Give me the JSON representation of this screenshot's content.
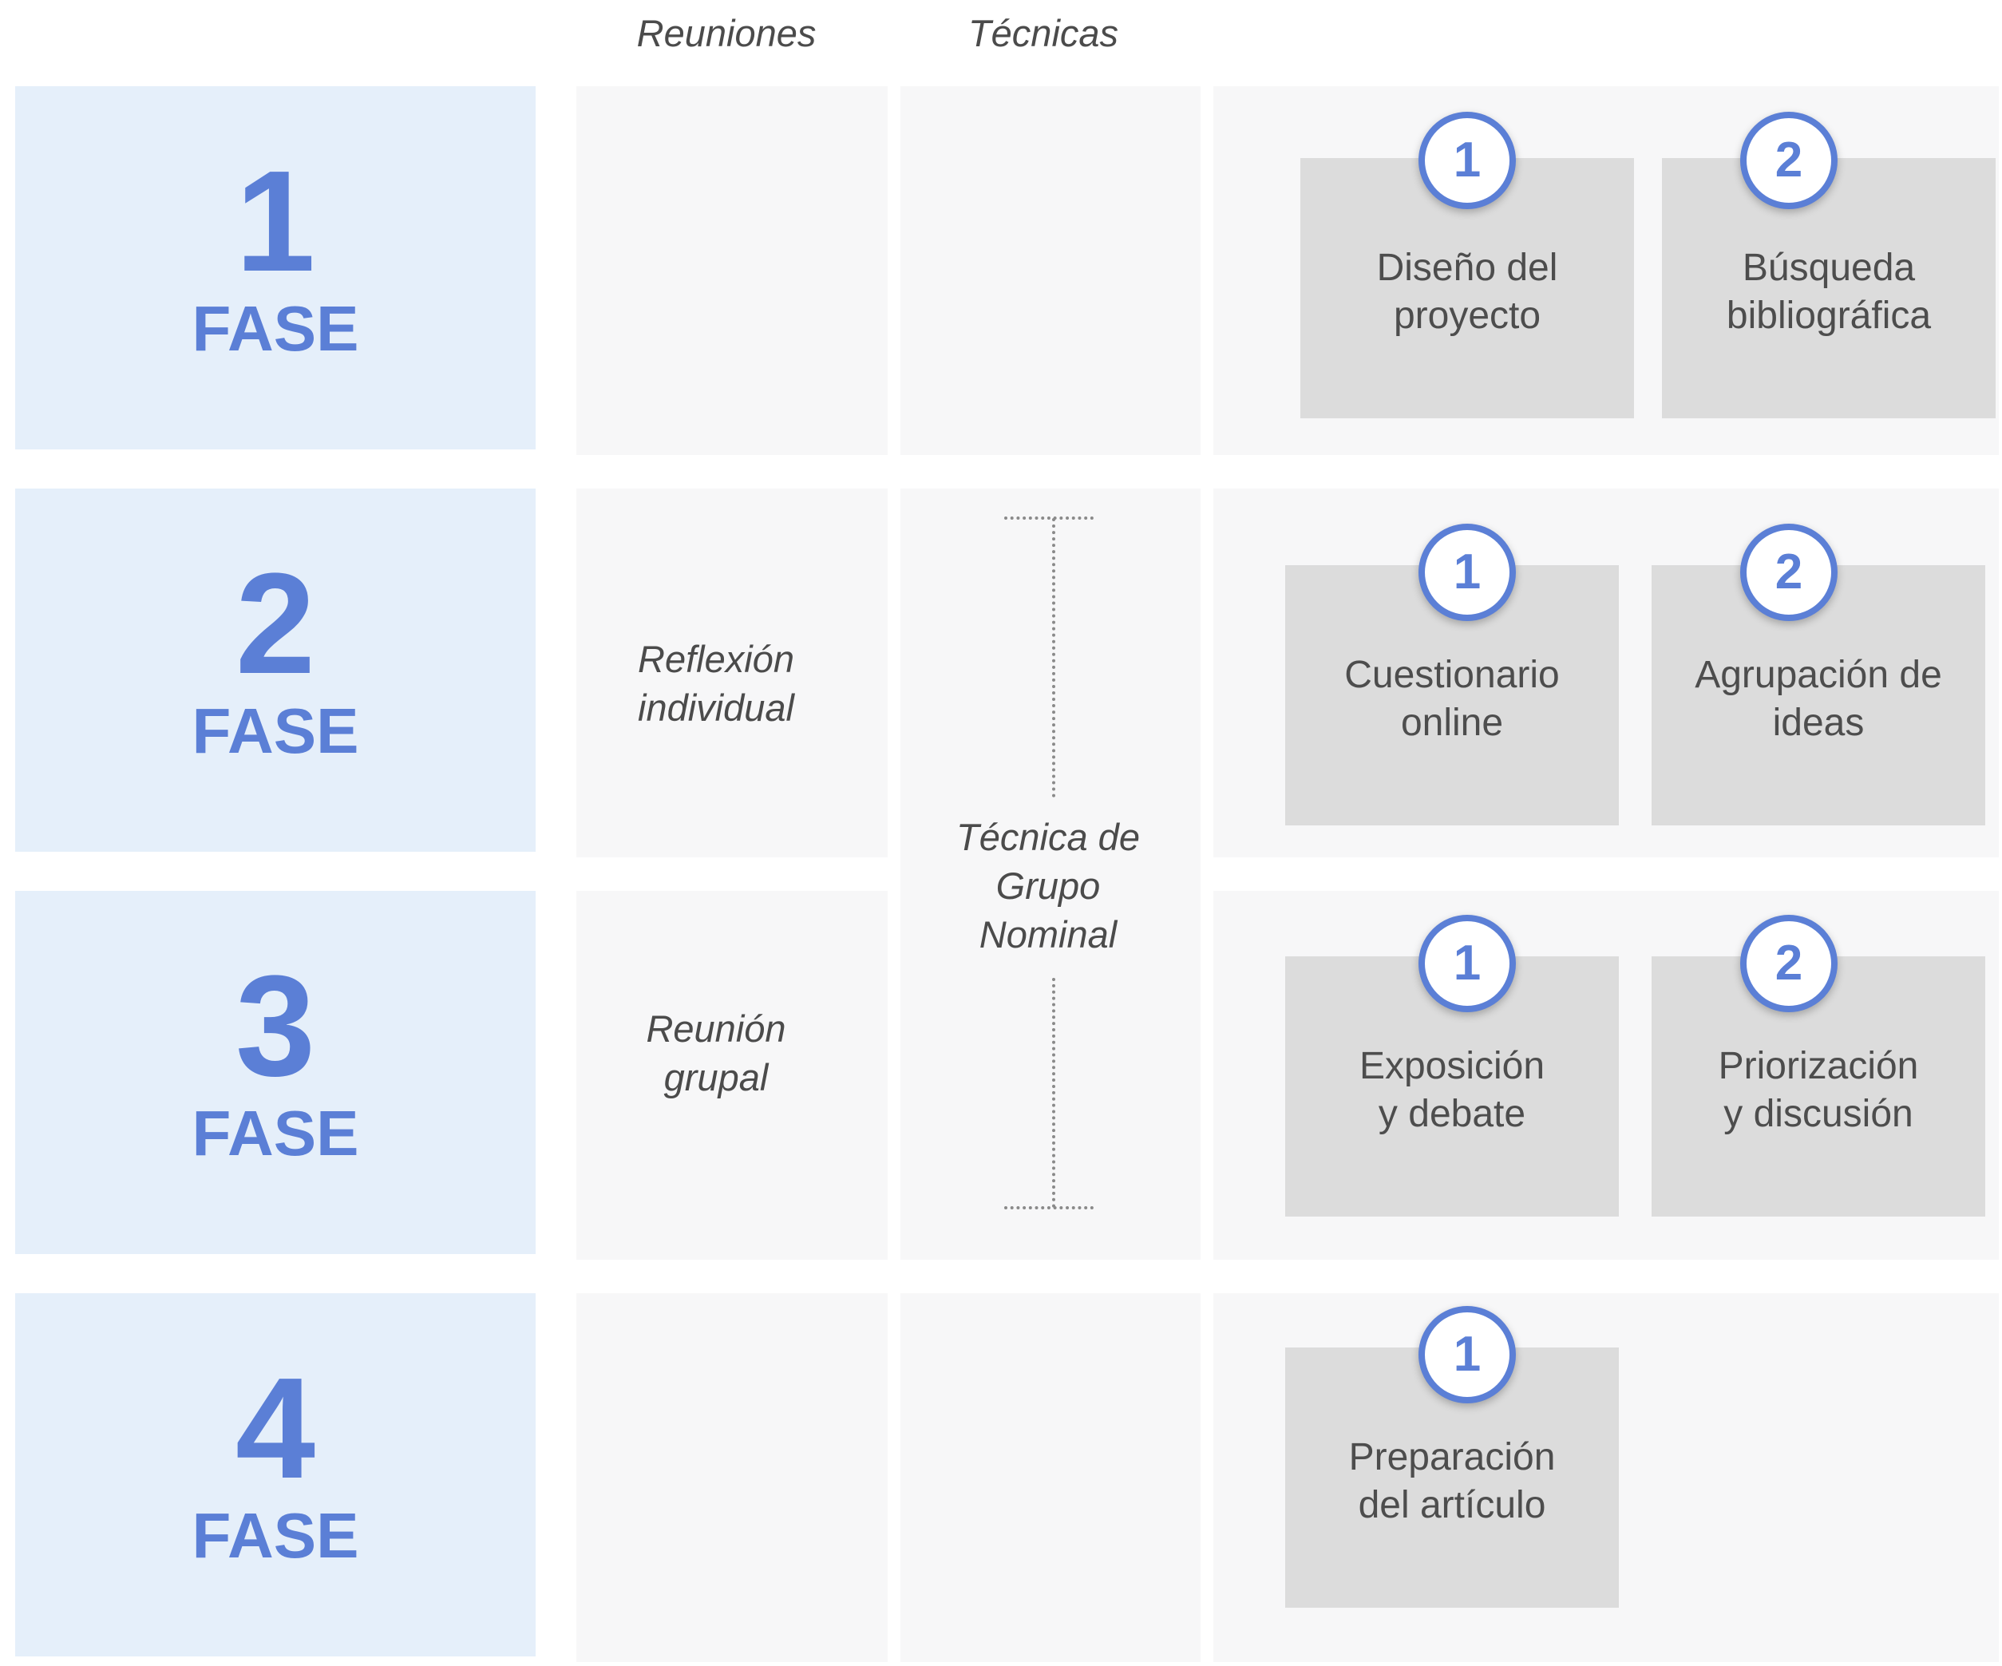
{
  "headers": {
    "reuniones": "Reuniones",
    "tecnicas": "Técnicas"
  },
  "phases": [
    {
      "number": "1",
      "label": "FASE"
    },
    {
      "number": "2",
      "label": "FASE"
    },
    {
      "number": "3",
      "label": "FASE"
    },
    {
      "number": "4",
      "label": "FASE"
    }
  ],
  "reuniones": {
    "fase2": [
      "Reflexión",
      "individual"
    ],
    "fase3": [
      "Reunión",
      "grupal"
    ]
  },
  "tecnica": [
    "Técnica de",
    "Grupo",
    "Nominal"
  ],
  "steps": {
    "fase1": [
      {
        "badge": "1",
        "lines": [
          "Diseño del",
          "proyecto"
        ]
      },
      {
        "badge": "2",
        "lines": [
          "Búsqueda",
          "bibliográfica"
        ]
      }
    ],
    "fase2": [
      {
        "badge": "1",
        "lines": [
          "Cuestionario",
          "online"
        ]
      },
      {
        "badge": "2",
        "lines": [
          "Agrupación de",
          "ideas"
        ]
      }
    ],
    "fase3": [
      {
        "badge": "1",
        "lines": [
          "Exposición",
          "y debate"
        ]
      },
      {
        "badge": "2",
        "lines": [
          "Priorización",
          "y discusión"
        ]
      }
    ],
    "fase4": [
      {
        "badge": "1",
        "lines": [
          "Preparación",
          "del artículo"
        ]
      }
    ]
  },
  "colors": {
    "accent": "#5b7fd6",
    "phase_bg": "#e5effa",
    "card_bg": "#dcdcdc",
    "band_bg": "#f7f7f8"
  }
}
